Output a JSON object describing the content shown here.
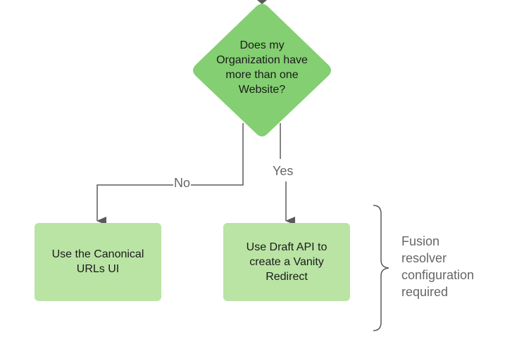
{
  "diagram": {
    "decision": {
      "lines": [
        "Does my",
        "Organization have",
        "more than one",
        "Website?"
      ]
    },
    "edges": {
      "no_label": "No",
      "yes_label": "Yes"
    },
    "box_left": {
      "lines": [
        "Use the Canonical",
        "URLs UI"
      ]
    },
    "box_right": {
      "lines": [
        "Use Draft API to",
        "create a Vanity",
        "Redirect"
      ]
    },
    "annotation": {
      "lines": [
        "Fusion",
        "resolver",
        "configuration",
        "required"
      ]
    },
    "colors": {
      "decision_fill": "#83cf71",
      "box_fill": "#b9e4a4",
      "line": "#5a5a5a",
      "muted_text": "#666666"
    }
  }
}
